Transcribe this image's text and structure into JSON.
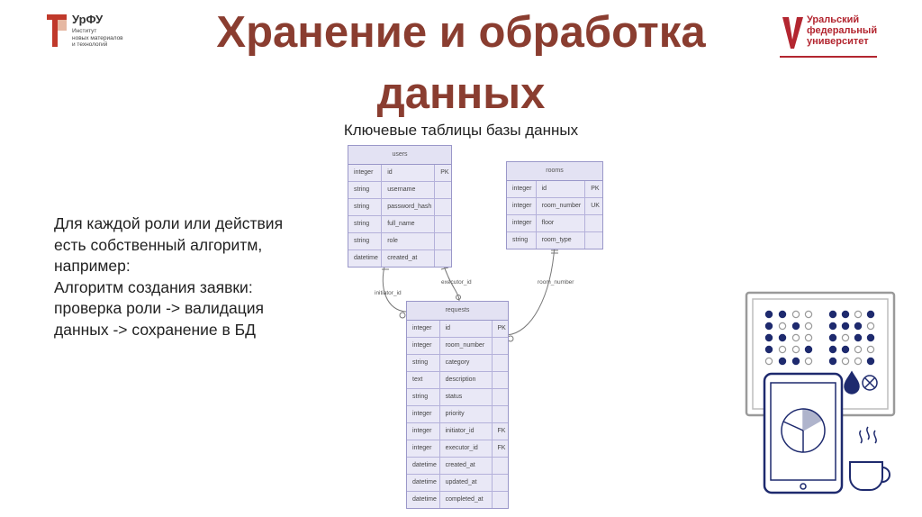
{
  "header": {
    "title_line1": "Хранение и обработка",
    "title_line2": "данных",
    "logo_left": {
      "brand": "УрФУ",
      "sub_line1": "Институт",
      "sub_line2": "новых материалов",
      "sub_line3": "и технологий"
    },
    "logo_right": {
      "line1": "Уральский",
      "line2": "федеральный",
      "line3": "университет"
    }
  },
  "subtitle": "Ключевые таблицы базы данных",
  "body_text": {
    "line1": "Для каждой роли или действия",
    "line2": "есть собственный алгоритм,",
    "line3": "например:",
    "line4": "Алгоритм создания заявки:",
    "line5": "проверка роли -> валидация",
    "line6": "данных -> сохранение в БД"
  },
  "er_diagram": {
    "tables": {
      "users": {
        "name": "users",
        "rows": [
          {
            "type": "integer",
            "field": "id",
            "key": "PK"
          },
          {
            "type": "string",
            "field": "username",
            "key": ""
          },
          {
            "type": "string",
            "field": "password_hash",
            "key": ""
          },
          {
            "type": "string",
            "field": "full_name",
            "key": ""
          },
          {
            "type": "string",
            "field": "role",
            "key": ""
          },
          {
            "type": "datetime",
            "field": "created_at",
            "key": ""
          }
        ]
      },
      "rooms": {
        "name": "rooms",
        "rows": [
          {
            "type": "integer",
            "field": "id",
            "key": "PK"
          },
          {
            "type": "integer",
            "field": "room_number",
            "key": "UK"
          },
          {
            "type": "integer",
            "field": "floor",
            "key": ""
          },
          {
            "type": "string",
            "field": "room_type",
            "key": ""
          }
        ]
      },
      "requests": {
        "name": "requests",
        "rows": [
          {
            "type": "integer",
            "field": "id",
            "key": "PK"
          },
          {
            "type": "integer",
            "field": "room_number",
            "key": ""
          },
          {
            "type": "string",
            "field": "category",
            "key": ""
          },
          {
            "type": "text",
            "field": "description",
            "key": ""
          },
          {
            "type": "string",
            "field": "status",
            "key": ""
          },
          {
            "type": "integer",
            "field": "priority",
            "key": ""
          },
          {
            "type": "integer",
            "field": "initiator_id",
            "key": "FK"
          },
          {
            "type": "integer",
            "field": "executor_id",
            "key": "FK"
          },
          {
            "type": "datetime",
            "field": "created_at",
            "key": ""
          },
          {
            "type": "datetime",
            "field": "updated_at",
            "key": ""
          },
          {
            "type": "datetime",
            "field": "completed_at",
            "key": ""
          }
        ]
      }
    },
    "relations": {
      "initiator": "initiator_id",
      "executor": "executor_id",
      "room": "room_number"
    }
  },
  "colors": {
    "title": "#8a3d30",
    "brand_red": "#b32630",
    "table_border": "#9a97c9",
    "table_fill": "#e9e8f6",
    "illustration_navy": "#1e2a6e"
  },
  "icons": {
    "left_logo": "urfu-logo-icon",
    "right_logo": "urfu-u-logo-icon",
    "illustration": "dashboard-tablet-coffee-icon"
  }
}
